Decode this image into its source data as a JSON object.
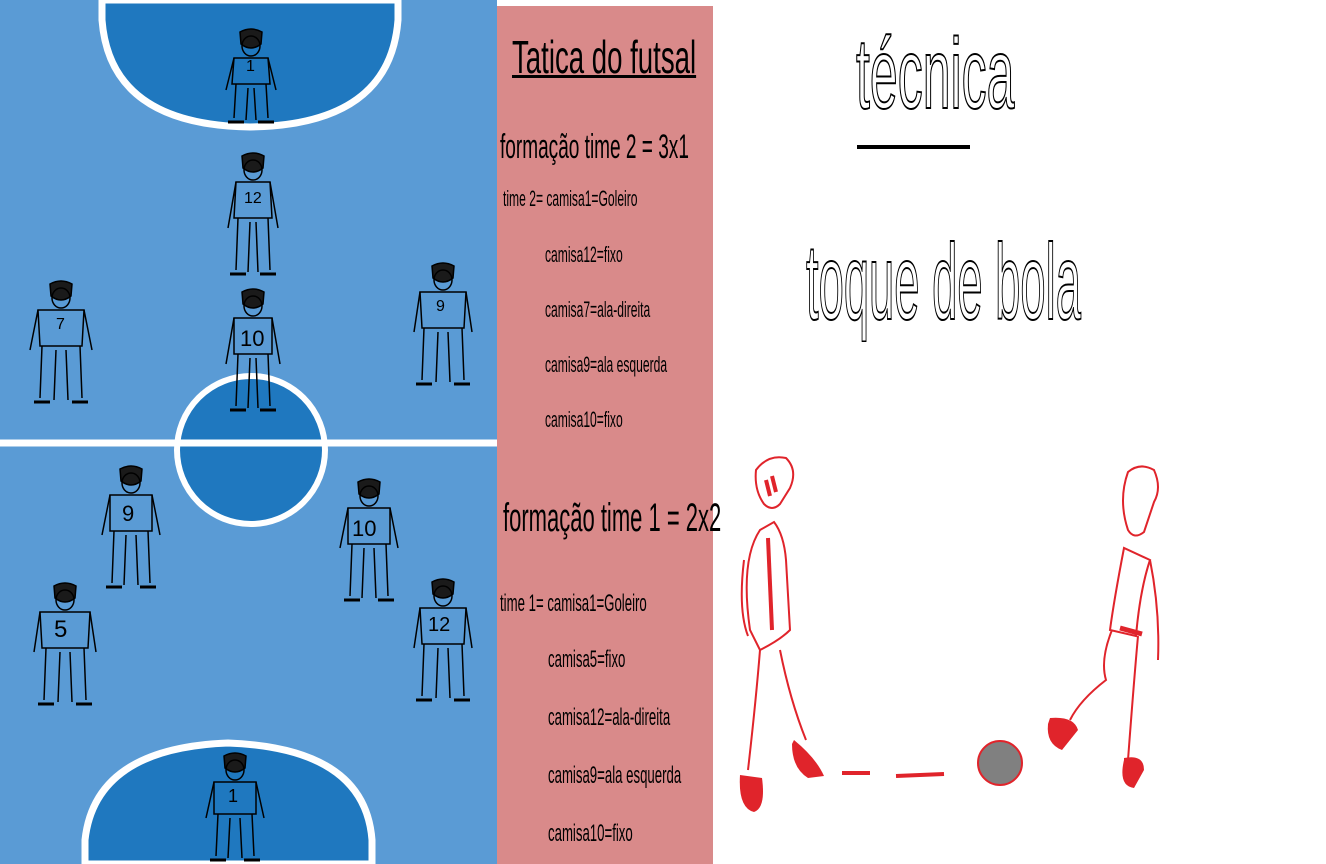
{
  "court": {
    "top_team_players": [
      "1",
      "12",
      "7",
      "10",
      "9"
    ],
    "bottom_team_players": [
      "9",
      "10",
      "5",
      "12",
      "1"
    ]
  },
  "panel": {
    "title": "Tatica do futsal",
    "team2_heading": "formação time 2 = 3x1",
    "team2_lines": [
      "time 2= camisa1=Goleiro",
      "camisa12=fixo",
      "camisa7=ala-direita",
      "camisa9=ala esquerda",
      "camisa10=fixo"
    ],
    "team1_heading": "formação time 1 = 2x2",
    "team1_lines": [
      "time 1= camisa1=Goleiro",
      "camisa5=fixo",
      "camisa12=ala-direita",
      "camisa9=ala esquerda",
      "camisa10=fixo"
    ]
  },
  "right": {
    "heading": "técnica",
    "subheading": "toque  de  bola"
  },
  "colors": {
    "court": "#5a9bd5",
    "area": "#1f78bf",
    "panel": "#d98a8a",
    "sketch": "#e0242b",
    "ball": "#808080"
  }
}
